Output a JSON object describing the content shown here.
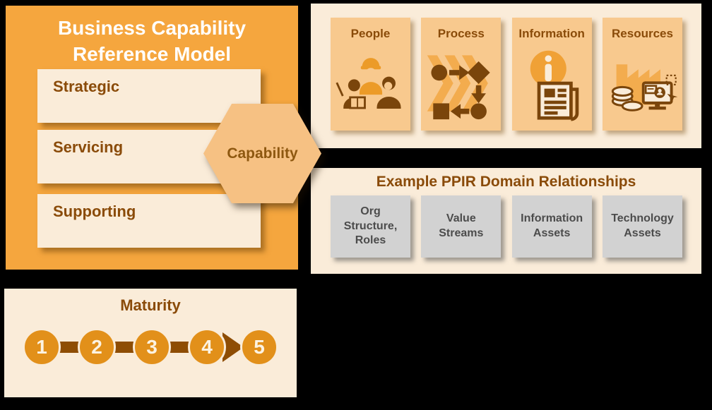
{
  "colors": {
    "background": "#000000",
    "panel_orange": "#F5A63E",
    "cream": "#FAECD9",
    "card_orange": "#F8C98E",
    "hexagon_orange": "#F6C183",
    "brown_text": "#8A4B09",
    "icon_brown": "#7A450B",
    "icon_orange": "#EC9B28",
    "maturity_circle_orange": "#E2901A",
    "connector_brown": "#8E4D04",
    "gray_card": "#D2D2D2",
    "gray_text": "#4C4C4C",
    "title_white": "#FFFFFF"
  },
  "reference_model": {
    "title": "Business Capability Reference Model",
    "layers": [
      {
        "label": "Strategic"
      },
      {
        "label": "Servicing"
      },
      {
        "label": "Supporting"
      }
    ]
  },
  "hexagon": {
    "label": "Capability"
  },
  "ppir_cards": [
    {
      "label": "People",
      "icon": "people-icon"
    },
    {
      "label": "Process",
      "icon": "process-icon"
    },
    {
      "label": "Information",
      "icon": "information-icon"
    },
    {
      "label": "Resources",
      "icon": "resources-icon"
    }
  ],
  "domain_relationships": {
    "title": "Example PPIR Domain Relationships",
    "cards": [
      {
        "label": "Org Structure, Roles"
      },
      {
        "label": "Value Streams"
      },
      {
        "label": "Information Assets"
      },
      {
        "label": "Technology Assets"
      }
    ]
  },
  "maturity": {
    "title": "Maturity",
    "levels": [
      "1",
      "2",
      "3",
      "4",
      "5"
    ]
  }
}
